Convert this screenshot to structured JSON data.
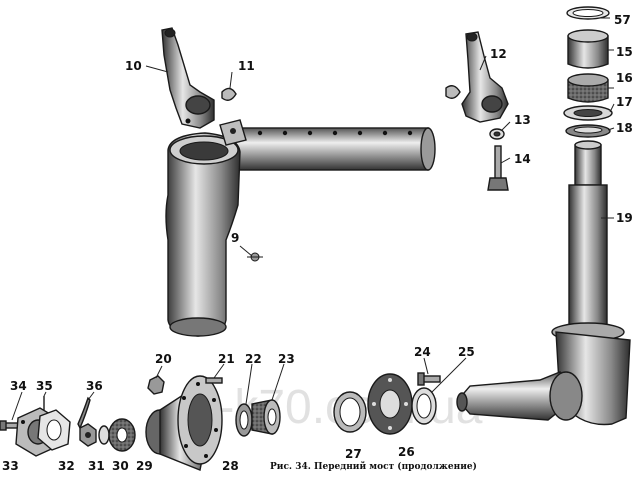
{
  "caption": "Рис. 34. Передний мост (продолжение)",
  "watermark": "t-k70.com.ua",
  "colors": {
    "ink": "#1a1a1a",
    "dark": "#3a3a3a",
    "mid": "#7a7a7a",
    "light": "#c8c8c8",
    "paper": "#ffffff"
  },
  "labels": {
    "p9": "9",
    "p10": "10",
    "p11": "11",
    "p12": "12",
    "p13": "13",
    "p14": "14",
    "p15": "15",
    "p16": "16",
    "p17": "17",
    "p18": "18",
    "p19": "19",
    "p20": "20",
    "p21": "21",
    "p22": "22",
    "p23": "23",
    "p24": "24",
    "p25": "25",
    "p26": "26",
    "p27": "27",
    "p28": "28",
    "p29": "29",
    "p30": "30",
    "p31": "31",
    "p32": "32",
    "p33": "33",
    "p34": "34",
    "p35": "35",
    "p36": "36",
    "p57": "57"
  }
}
